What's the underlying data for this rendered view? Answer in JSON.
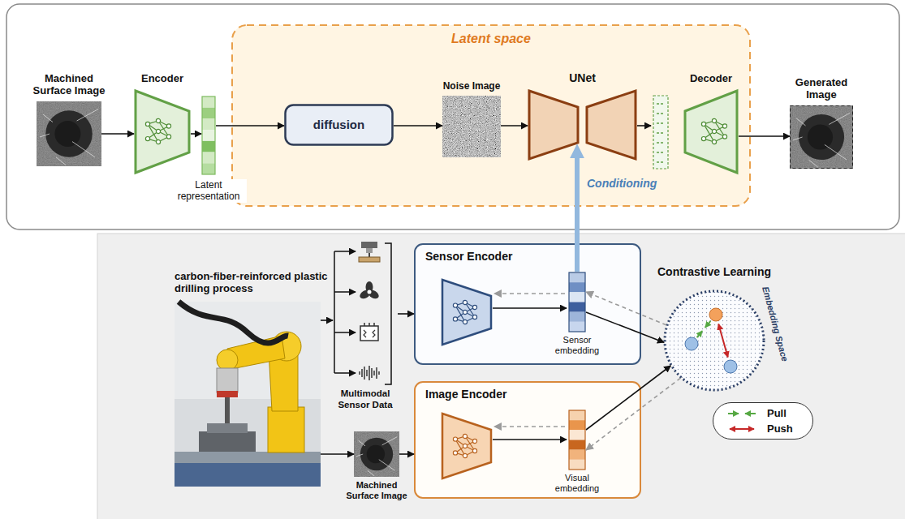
{
  "diagram": {
    "nodes": [
      {
        "text": [
          "Latent space"
        ]
      },
      {
        "text": [
          "Machined Surface Image"
        ]
      },
      {
        "text": [
          "Encoder"
        ]
      },
      {
        "text": [
          "Latent representation"
        ]
      },
      {
        "text": [
          "diffusion"
        ],
        "in": 0
      },
      {
        "text": [
          "Noise Image"
        ],
        "in": 0
      },
      {
        "text": [
          "UNet"
        ],
        "in": 0
      },
      {
        "text": [
          "Decoder"
        ],
        "in": 0
      },
      {
        "text": [
          "Generated Image"
        ]
      },
      {
        "text": [
          "carbon-fiber-reinforced plastic drilling process"
        ]
      },
      {
        "text": [
          "Multimodal Sensor Data"
        ]
      },
      {
        "text": [
          "Sensor Encoder"
        ]
      },
      {
        "text": [
          "Sensor embedding"
        ],
        "in": 11
      },
      {
        "text": [
          "Machined Surface Image"
        ]
      },
      {
        "text": [
          "Image Encoder"
        ]
      },
      {
        "text": [
          "Visual embedding"
        ],
        "in": 14
      },
      {
        "text": [
          "Contrastive Learning",
          "Embedding Space"
        ]
      }
    ],
    "edges": [
      {
        "from": 1,
        "to": 2,
        "arrow": "to"
      },
      {
        "from": 2,
        "to": 3,
        "arrow": "to"
      },
      {
        "from": 3,
        "to": 4,
        "arrow": "to"
      },
      {
        "from": 4,
        "to": 5,
        "arrow": "to"
      },
      {
        "from": 5,
        "to": 6,
        "arrow": "to"
      },
      {
        "from": 6,
        "to": 7,
        "arrow": "to"
      },
      {
        "from": 7,
        "to": 8,
        "arrow": "to"
      },
      {
        "from": 12,
        "to": 6,
        "label": "Conditioning",
        "arrow": "to"
      },
      {
        "from": 9,
        "to": 10,
        "arrow": "to"
      },
      {
        "from": 10,
        "to": 11,
        "arrow": "to"
      },
      {
        "from": 9,
        "to": 13,
        "arrow": "to"
      },
      {
        "from": 13,
        "to": 14,
        "arrow": "to"
      },
      {
        "from": 12,
        "to": 16,
        "arrow": "to"
      },
      {
        "from": 16,
        "to": 12,
        "arrow": "to"
      },
      {
        "from": 15,
        "to": 16,
        "arrow": "to"
      },
      {
        "from": 16,
        "to": 15,
        "arrow": "to"
      }
    ],
    "legend": [
      {
        "text": "Pull"
      },
      {
        "text": "Push"
      }
    ]
  }
}
